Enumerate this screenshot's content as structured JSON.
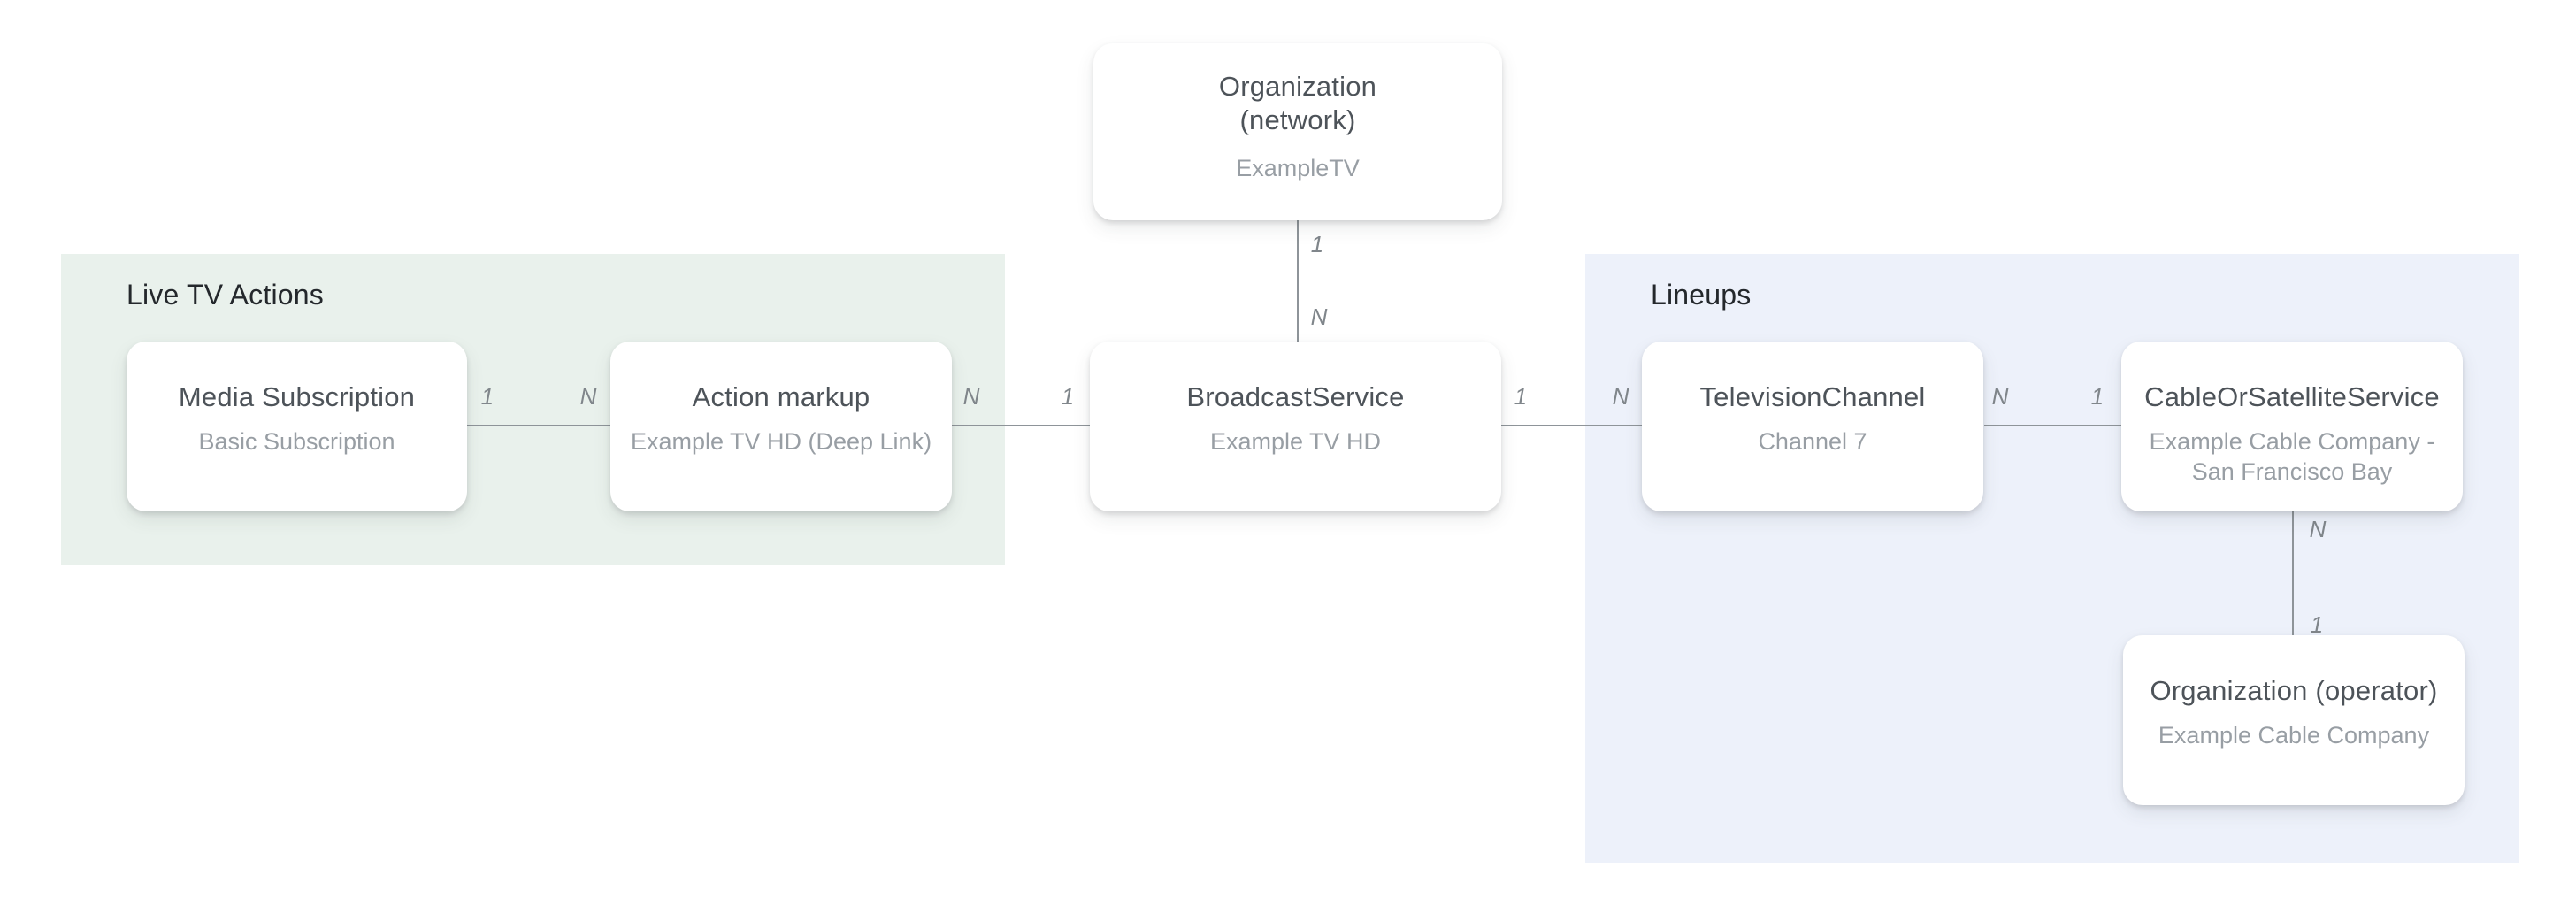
{
  "diagram": {
    "regions": [
      {
        "id": "live-tv-actions",
        "title": "Live TV Actions",
        "background": "#e9f1ec"
      },
      {
        "id": "lineups",
        "title": "Lineups",
        "background": "#edf1fa"
      }
    ],
    "nodes": [
      {
        "id": "org-network",
        "title": "Organization\n(network)",
        "subtitle": "ExampleTV"
      },
      {
        "id": "media-subscription",
        "title": "Media Subscription",
        "subtitle": "Basic Subscription"
      },
      {
        "id": "action-markup",
        "title": "Action markup",
        "subtitle": "Example TV HD (Deep Link)"
      },
      {
        "id": "broadcast-service",
        "title": "BroadcastService",
        "subtitle": "Example TV HD"
      },
      {
        "id": "television-channel",
        "title": "TelevisionChannel",
        "subtitle": "Channel 7"
      },
      {
        "id": "cable-or-satellite-service",
        "title": "CableOrSatelliteService",
        "subtitle": "Example Cable Company - San Francisco Bay"
      },
      {
        "id": "org-operator",
        "title": "Organization (operator)",
        "subtitle": "Example Cable Company"
      }
    ],
    "edges": [
      {
        "from": "media-subscription",
        "to": "action-markup",
        "from_cardinality": "1",
        "to_cardinality": "N"
      },
      {
        "from": "action-markup",
        "to": "broadcast-service",
        "from_cardinality": "N",
        "to_cardinality": "1"
      },
      {
        "from": "org-network",
        "to": "broadcast-service",
        "from_cardinality": "1",
        "to_cardinality": "N"
      },
      {
        "from": "broadcast-service",
        "to": "television-channel",
        "from_cardinality": "1",
        "to_cardinality": "N"
      },
      {
        "from": "television-channel",
        "to": "cable-or-satellite-service",
        "from_cardinality": "N",
        "to_cardinality": "1"
      },
      {
        "from": "cable-or-satellite-service",
        "to": "org-operator",
        "from_cardinality": "N",
        "to_cardinality": "1"
      }
    ],
    "colors": {
      "page_background": "#ffffff",
      "node_background": "#ffffff",
      "node_title": "#4d5359",
      "node_subtitle": "#989ea4",
      "section_title": "#24282c",
      "connector_line": "#8e9499",
      "cardinality_label": "#80868b",
      "live_tv_region_background": "#e9f1ec",
      "lineups_region_background": "#edf1fa"
    }
  }
}
